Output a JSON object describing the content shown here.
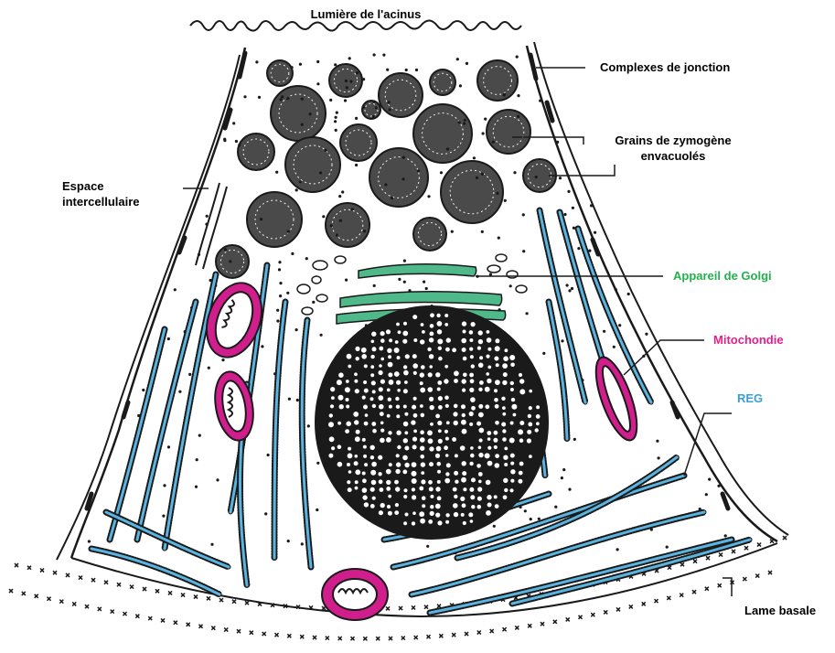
{
  "labels": {
    "lumen": "Lumière de l'acinus",
    "junction": "Complexes de jonction",
    "zymogen_line1": "Grains de zymogène",
    "zymogen_line2": "envacuolés",
    "intercellular_line1": "Espace",
    "intercellular_line2": "intercellulaire",
    "golgi": "Appareil de Golgi",
    "mitochondria": "Mitochondie",
    "reg": "REG",
    "basal": "Lame basale"
  },
  "colors": {
    "text_default": "#111111",
    "golgi": "#22b14c",
    "mitochondria": "#e0218a",
    "reg": "#3a9fd6",
    "ink": "#1a1a1a",
    "golgi_fill": "#4fb98a",
    "reg_fill": "#5bb4e0",
    "mito_fill": "#d01f8c"
  }
}
